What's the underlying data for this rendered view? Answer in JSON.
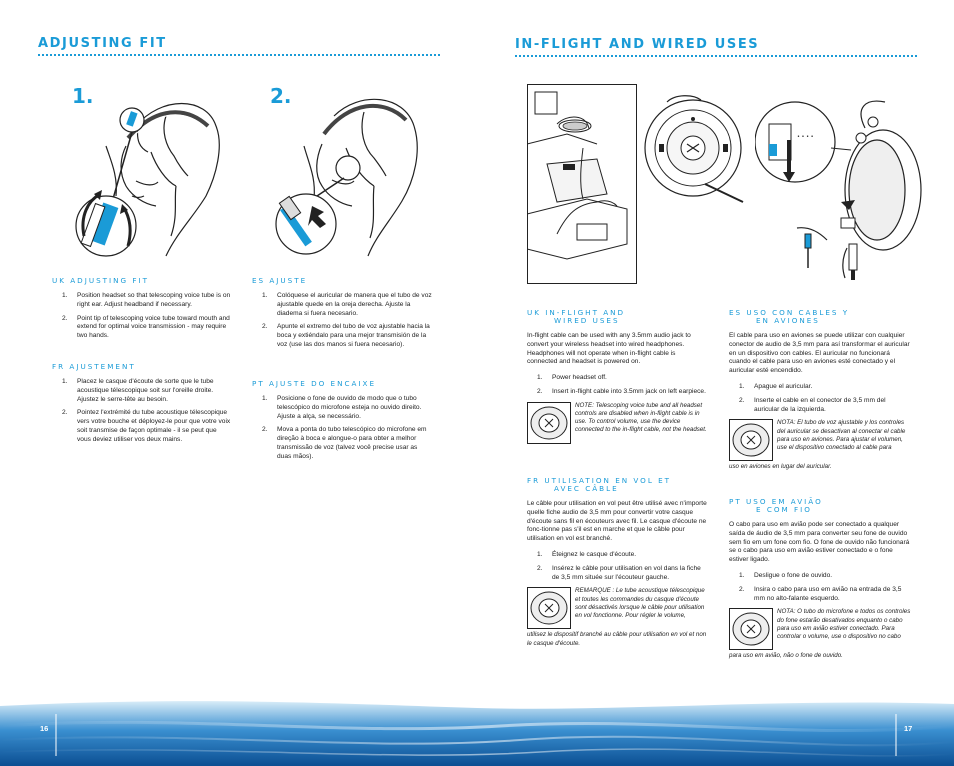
{
  "left": {
    "title": "ADJUSTING FIT",
    "step1": "1.",
    "step2": "2.",
    "uk": {
      "heading": "UK  ADJUSTING FIT",
      "items": [
        {
          "n": "1.",
          "text": "Position headset so that telescoping voice tube is on right ear. Adjust headband if necessary."
        },
        {
          "n": "2.",
          "text": "Point tip of telescoping voice tube toward mouth and extend for optimal voice transmission - may require two hands."
        }
      ]
    },
    "fr": {
      "heading": "FR  AJUSTEMENT",
      "items": [
        {
          "n": "1.",
          "text": "Placez le casque d'écoute de sorte que le tube acoustique télescopique soit sur l'oreille droite. Ajustez le serre-tête au besoin."
        },
        {
          "n": "2.",
          "text": "Pointez l'extrémité du tube acoustique télescopique vers votre bouche et déployez-le pour que votre voix soit transmise de façon optimale - il se peut que vous deviez utiliser vos deux mains."
        }
      ]
    },
    "es": {
      "heading": "ES  AJUSTE",
      "items": [
        {
          "n": "1.",
          "text": "Colóquese el auricular de manera que el tubo de voz ajustable quede en la oreja derecha. Ajuste la diadema si fuera necesario."
        },
        {
          "n": "2.",
          "text": "Apunte el extremo del tubo de voz ajustable hacia la boca y extiéndalo para una mejor transmisión de la voz (use las dos manos si fuera necesario)."
        }
      ]
    },
    "pt": {
      "heading": "PT  AJUSTE DO ENCAIXE",
      "items": [
        {
          "n": "1.",
          "text": "Posicione o fone de ouvido de modo que o tubo telescópico do microfone esteja no ouvido direito. Ajuste a alça, se necessário."
        },
        {
          "n": "2.",
          "text": "Mova a ponta do tubo telescópico do microfone em direção à boca e alongue-o para obter a melhor transmissão de voz (talvez você precise usar as duas mãos)."
        }
      ]
    },
    "page_number": "16"
  },
  "right": {
    "title": "IN-FLIGHT AND WIRED USES",
    "uk": {
      "heading_line1": "UK  IN-FLIGHT AND",
      "heading_line2": "WIRED USES",
      "intro": "In-flight cable can be used with any 3.5mm audio jack to convert your wireless headset into wired headphones. Headphones will not operate when in-flight cable is connected and headset is powered on.",
      "items": [
        {
          "n": "1.",
          "text": "Power headset off."
        },
        {
          "n": "2.",
          "text": "Insert in-flight cable into 3.5mm jack on left earpiece."
        }
      ],
      "note": "NOTE: Telescoping voice tube and all headset controls are disabled when in-flight cable is in use. To control volume, use the device connected to the in-flight cable, not the headset.",
      "note_tail": ""
    },
    "fr": {
      "heading_line1": "FR  UTILISATION EN VOL ET",
      "heading_line2": "AVEC CÂBLE",
      "intro": "Le câble pour utilisation en vol peut être utilisé avec n'importe quelle fiche audio de 3,5 mm pour convertir votre casque d'écoute sans fil en écouteurs avec fil. Le casque d'écoute ne fonc-tionne pas s'il est en marche et que le câble pour utilisation en vol est branché.",
      "items": [
        {
          "n": "1.",
          "text": "Éteignez le casque d'écoute."
        },
        {
          "n": "2.",
          "text": "Insérez le câble pour utilisation en vol dans la fiche de 3,5 mm située sur l'écouteur gauche."
        }
      ],
      "note": "REMARQUE : Le tube acoustique télescopique et toutes les commandes du casque d'écoute sont désactivés lorsque le câble pour utilisation en vol fonctionne. Pour régler le volume,",
      "note_tail": "utilisez le dispositif branché au câble pour utilisation en vol et non le casque d'écoute."
    },
    "es": {
      "heading_line1": "ES  USO CON CABLES Y",
      "heading_line2": "EN AVIONES",
      "intro": "El cable para uso en aviones se puede utilizar con cualquier conector de audio de 3,5 mm para así transformar el auricular en un dispositivo con cables. El auricular no funcionará cuando el cable para uso en aviones esté conectado y el auricular esté encendido.",
      "items": [
        {
          "n": "1.",
          "text": "Apague el auricular."
        },
        {
          "n": "2.",
          "text": "Inserte el cable en el conector de 3,5 mm del auricular de la izquierda."
        }
      ],
      "note": "NOTA: El tubo de voz ajustable y los controles del auricular se desactivan al conectar el cable para uso en aviones. Para ajustar el volumen, use el dispositivo conectado al cable para",
      "note_tail": "uso en aviones en lugar del auricular."
    },
    "pt": {
      "heading_line1": "PT  USO EM AVIÃO",
      "heading_line2": "E COM FIO",
      "intro": "O cabo para uso em avião pode ser conectado a qualquer saída de áudio de 3,5 mm para converter seu fone de ouvido sem fio em um fone com fio. O fone de ouvido não funcionará se o cabo para uso em avião estiver conectado e o fone estiver ligado.",
      "items": [
        {
          "n": "1.",
          "text": "Desligue o fone de ouvido."
        },
        {
          "n": "2.",
          "text": "Insira o cabo para uso em avião na entrada de 3,5 mm no alto-falante esquerdo."
        }
      ],
      "note": "NOTA: O tubo do microfone e todos os controles do fone estarão desativados enquanto o cabo para uso em avião estiver conectado. Para controlar o volume, use o dispositivo no cabo",
      "note_tail": "para uso em avião, não o fone de ouvido."
    },
    "page_number": "17"
  },
  "colors": {
    "accent": "#1a9bd7",
    "footer_dark": "#0b5fa3",
    "footer_light": "#cfe6f6"
  },
  "icons": [
    "headset-face-adjust-icon",
    "headset-mic-extend-icon",
    "airplane-seat-cable-icon",
    "earcup-controls-icon",
    "audio-jack-cable-icon",
    "earcup-note-icon"
  ]
}
